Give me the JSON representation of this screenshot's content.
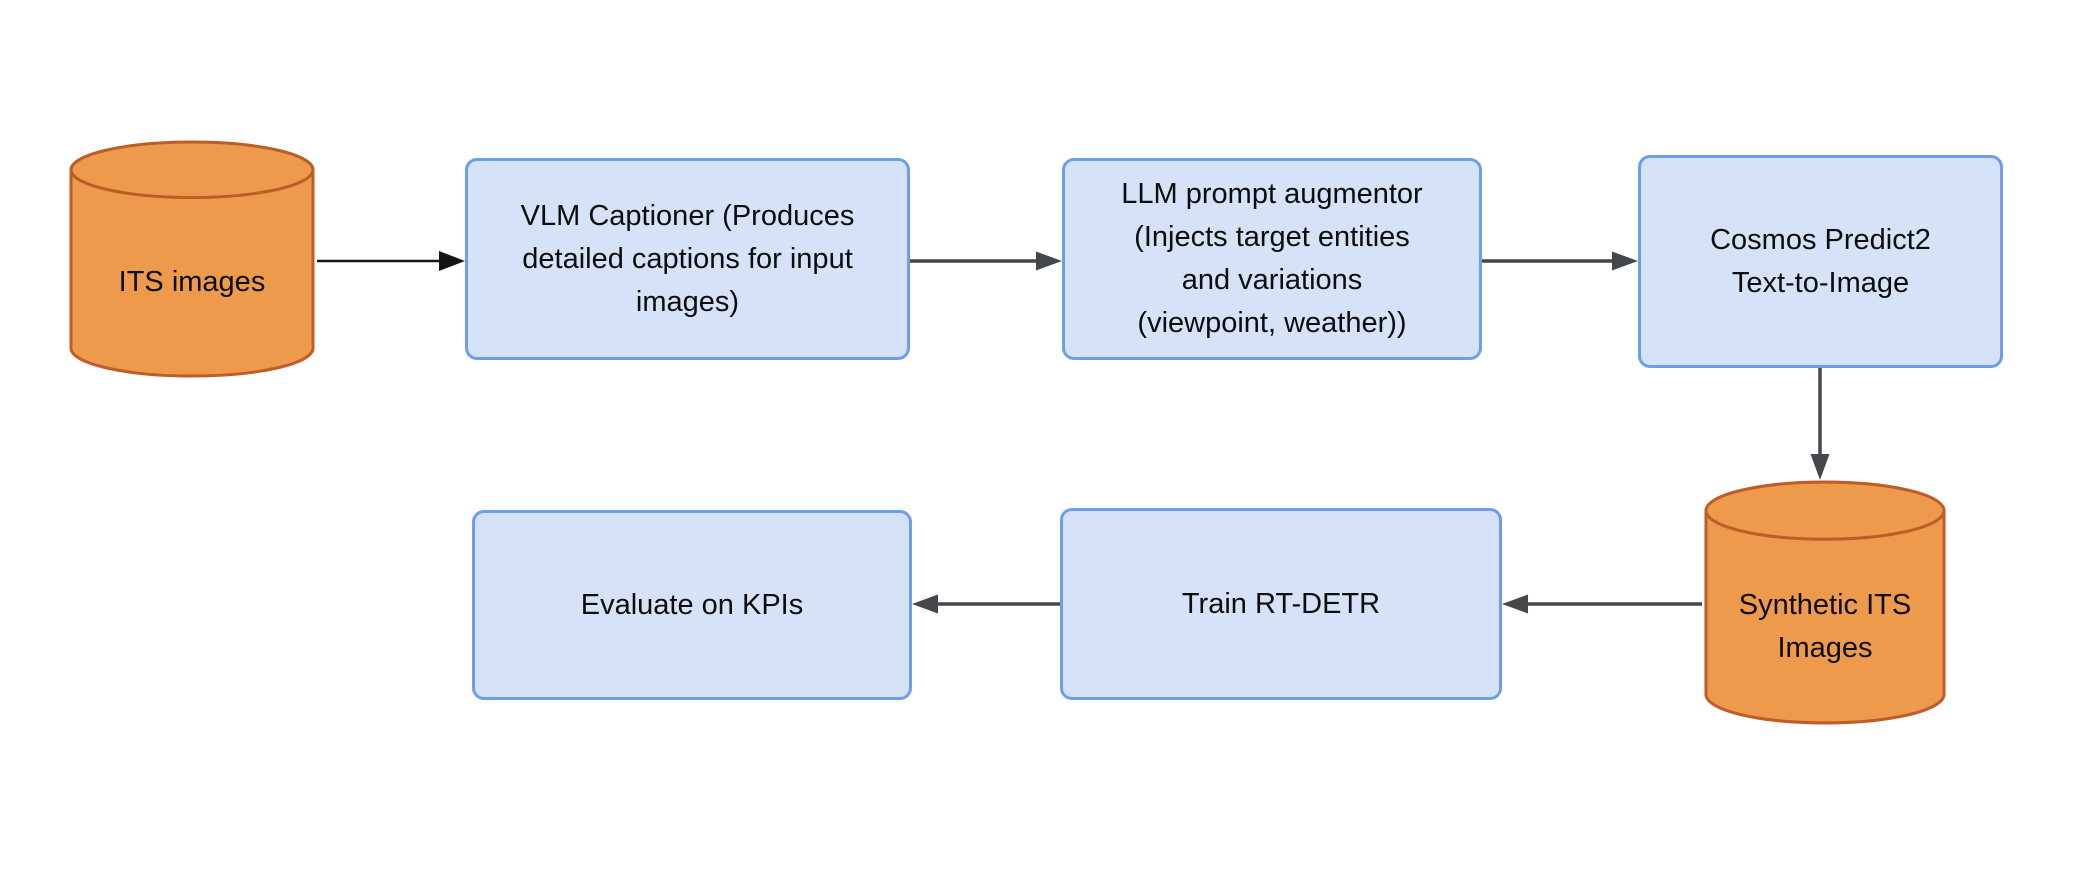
{
  "colors": {
    "background": "#FFFFFF",
    "box_fill": "#D5E2F7",
    "box_border": "#6D9EEB",
    "cylinder_fill": "#EE9A4D",
    "cylinder_border": "#BE5D27",
    "arrow_primary": "#141414",
    "arrow_secondary": "#44474C",
    "text": "#0D0D0D"
  },
  "nodes": {
    "its_images": {
      "shape": "cylinder",
      "label": "ITS images"
    },
    "vlm_captioner": {
      "shape": "rounded-rect",
      "label": "VLM Captioner (Produces\ndetailed captions for input\nimages)"
    },
    "llm_prompt_augmentor": {
      "shape": "rounded-rect",
      "label": "LLM prompt augmentor\n(Injects target entities\nand variations\n(viewpoint, weather))"
    },
    "cosmos_predict2": {
      "shape": "rounded-rect",
      "label": "Cosmos Predict2\nText-to-Image"
    },
    "synthetic_its_images": {
      "shape": "cylinder",
      "label": "Synthetic ITS\nImages"
    },
    "train_rt_detr": {
      "shape": "rounded-rect",
      "label": "Train RT-DETR"
    },
    "evaluate_on_kpis": {
      "shape": "rounded-rect",
      "label": "Evaluate on KPIs"
    }
  },
  "edges": [
    {
      "from": "its_images",
      "to": "vlm_captioner",
      "direction": "right"
    },
    {
      "from": "vlm_captioner",
      "to": "llm_prompt_augmentor",
      "direction": "right"
    },
    {
      "from": "llm_prompt_augmentor",
      "to": "cosmos_predict2",
      "direction": "right"
    },
    {
      "from": "cosmos_predict2",
      "to": "synthetic_its_images",
      "direction": "down"
    },
    {
      "from": "synthetic_its_images",
      "to": "train_rt_detr",
      "direction": "left"
    },
    {
      "from": "train_rt_detr",
      "to": "evaluate_on_kpis",
      "direction": "left"
    }
  ]
}
